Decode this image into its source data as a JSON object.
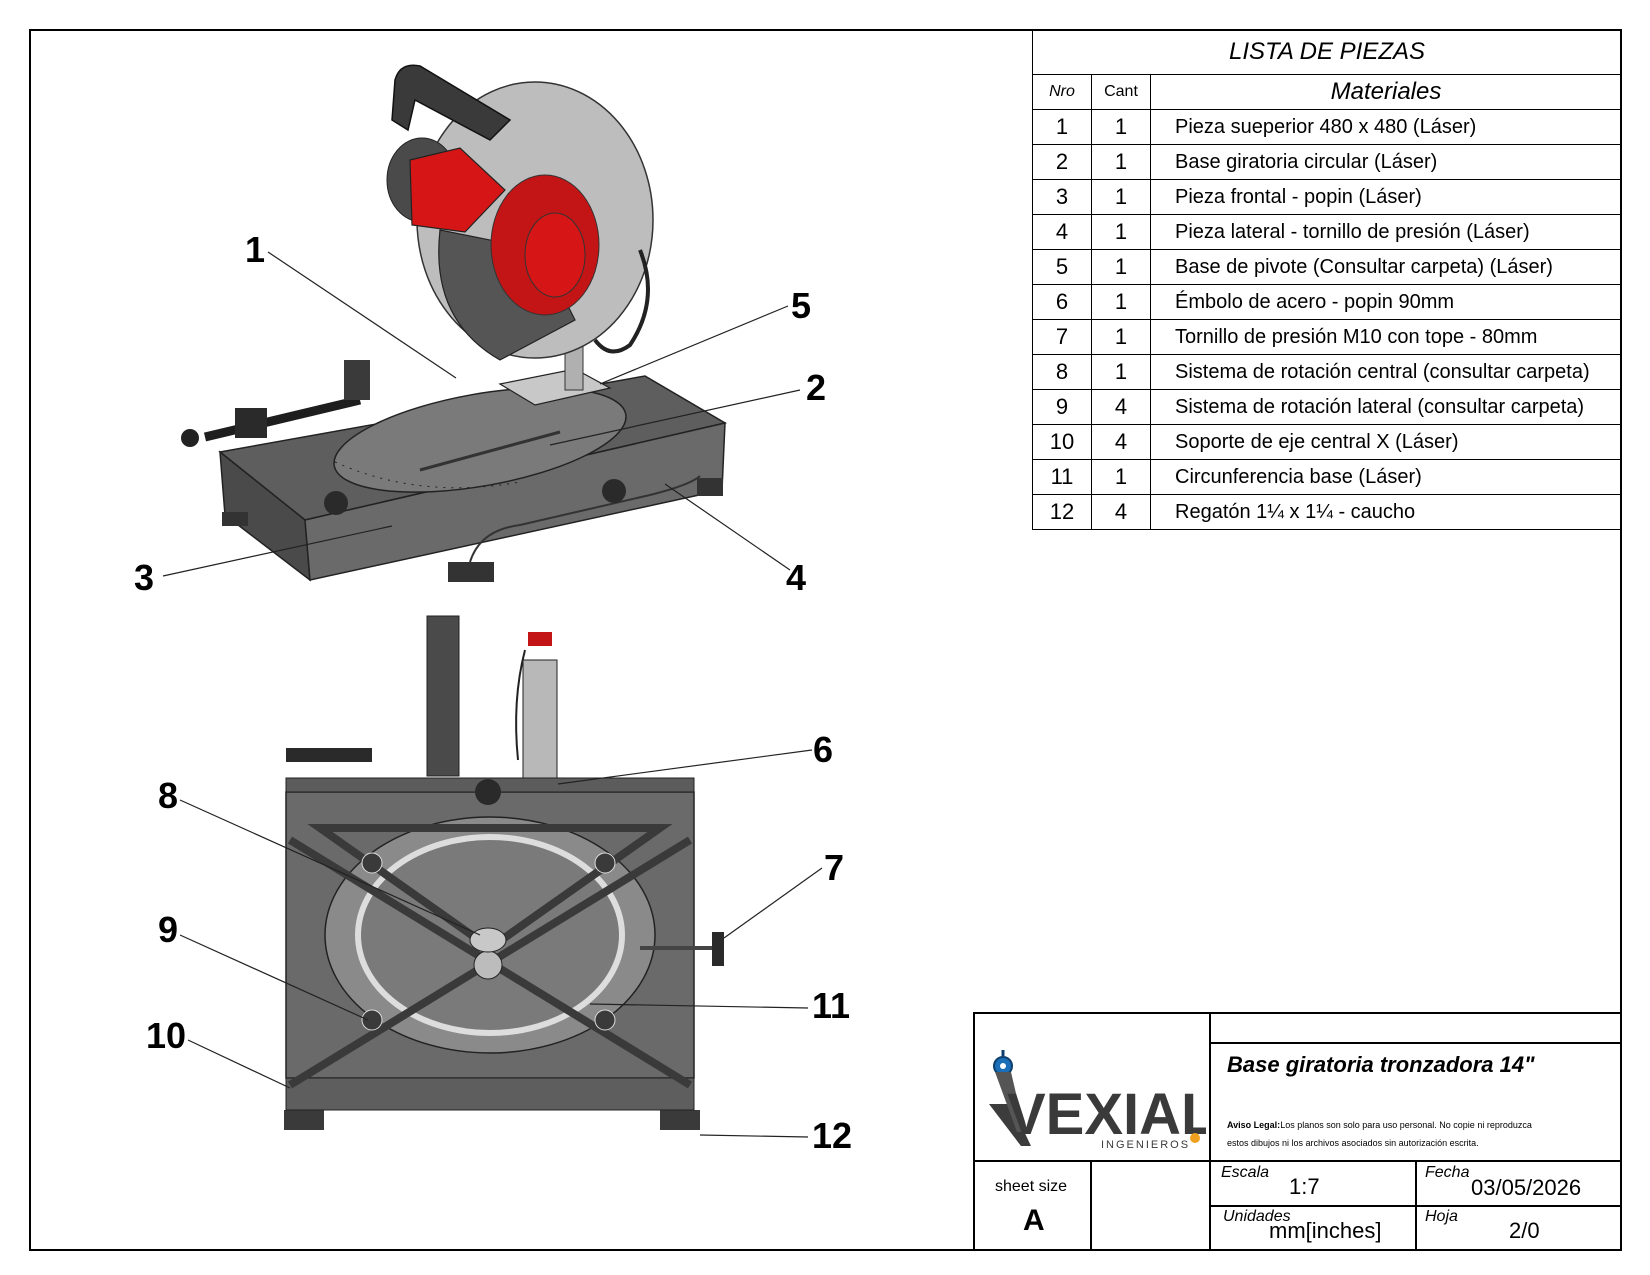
{
  "parts_list": {
    "title": "LISTA DE PIEZAS",
    "headers": {
      "nro": "Nro",
      "cant": "Cant",
      "materiales": "Materiales"
    },
    "rows": [
      {
        "nro": "1",
        "cant": "1",
        "material": "Pieza sueperior 480 x 480 (Láser)"
      },
      {
        "nro": "2",
        "cant": "1",
        "material": "Base giratoria circular (Láser)"
      },
      {
        "nro": "3",
        "cant": "1",
        "material": "Pieza frontal - popin (Láser)"
      },
      {
        "nro": "4",
        "cant": "1",
        "material": "Pieza lateral - tornillo de presión (Láser)"
      },
      {
        "nro": "5",
        "cant": "1",
        "material": "Base de pivote (Consultar carpeta) (Láser)"
      },
      {
        "nro": "6",
        "cant": "1",
        "material": "Émbolo de acero - popin 90mm"
      },
      {
        "nro": "7",
        "cant": "1",
        "material": "Tornillo de presión M10 con tope - 80mm"
      },
      {
        "nro": "8",
        "cant": "1",
        "material": "Sistema de rotación central (consultar carpeta)"
      },
      {
        "nro": "9",
        "cant": "4",
        "material": "Sistema de rotación lateral (consultar carpeta)"
      },
      {
        "nro": "10",
        "cant": "4",
        "material": "Soporte de eje central X (Láser)"
      },
      {
        "nro": "11",
        "cant": "1",
        "material": "Circunferencia base (Láser)"
      },
      {
        "nro": "12",
        "cant": "4",
        "material": "Regatón 1¼ x 1¼ - caucho"
      }
    ]
  },
  "title_block": {
    "logo_text": "VEXIAL",
    "logo_subtext": "INGENIEROS",
    "drawing_title": "Base giratoria tronzadora 14\"",
    "legal_label": "Aviso Legal:",
    "legal_text_1": "Los planos son solo para uso personal. No copie ni reproduzca",
    "legal_text_2": "estos dibujos ni los archivos asociados sin autorización escrita.",
    "sheet_size_label": "sheet size",
    "sheet_size_value": "A",
    "escala_label": "Escala",
    "escala_value": "1:7",
    "fecha_label": "Fecha",
    "fecha_value": "03/05/2026",
    "unidades_label": "Unidades",
    "unidades_value": "mm[inches]",
    "hoja_label": "Hoja",
    "hoja_value": "2/0"
  },
  "callouts": [
    "1",
    "2",
    "3",
    "4",
    "5",
    "6",
    "7",
    "8",
    "9",
    "10",
    "11",
    "12"
  ],
  "colors": {
    "body_gray": "#6e6e6e",
    "guard_red": "#d61616",
    "blade_gray": "#b8b8b8",
    "line": "#000000"
  }
}
